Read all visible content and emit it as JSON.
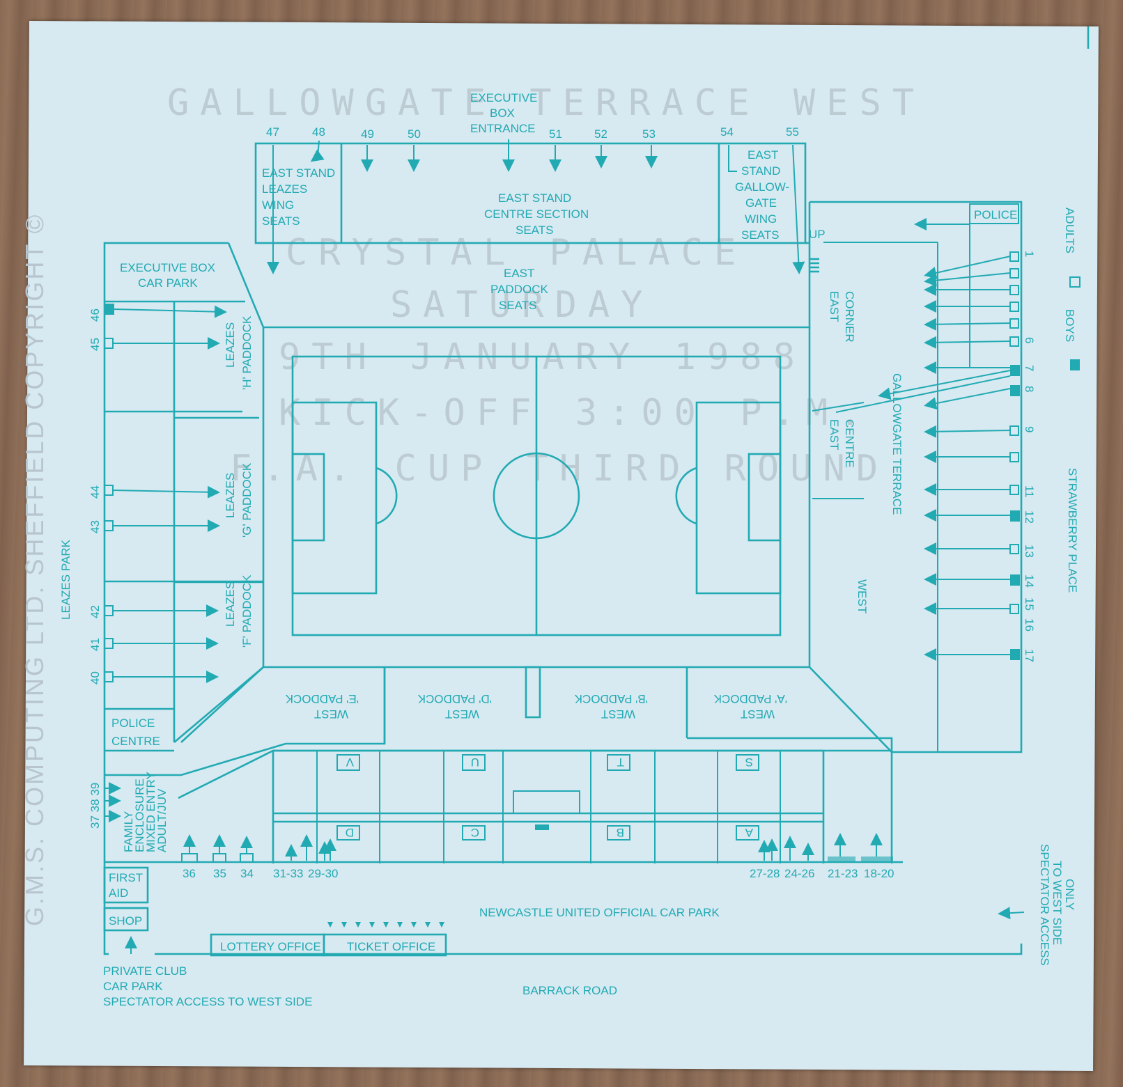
{
  "colors": {
    "ink": "#22aab3",
    "paper": "#d7e9f1",
    "ghost_print": "#b5c2ca"
  },
  "ghost_print": [
    "GALLOWGATE TERRACE WEST",
    "CRYSTAL PALACE",
    "SATURDAY",
    "9TH JANUARY 1988",
    "KICK-OFF 3:00 P.M.",
    "F.A. CUP THIRD ROUND"
  ],
  "copyright": "G.M.S. COMPUTING LTD. SHEFFIELD COPYRIGHT ©",
  "top_labels": {
    "exec_entrance": [
      "EXECUTIVE",
      "BOX",
      "ENTRANCE"
    ]
  },
  "top_numbers": [
    "47",
    "48",
    "49",
    "50",
    "51",
    "52",
    "53",
    "54",
    "55"
  ],
  "east_stand": {
    "leazes_wing": [
      "EAST STAND",
      "LEAZES",
      "WING",
      "SEATS"
    ],
    "centre": [
      "EAST STAND",
      "CENTRE SECTION",
      "SEATS"
    ],
    "gallowgate_wing": [
      "EAST",
      "STAND",
      "GALLOW-",
      "GATE",
      "WING",
      "SEATS"
    ],
    "paddock": [
      "EAST",
      "PADDOCK",
      "SEATS"
    ]
  },
  "exec_car_park": [
    "EXECUTIVE BOX",
    "CAR PARK"
  ],
  "leazes_paddocks": [
    [
      "LEAZES",
      "'H' PADDOCK"
    ],
    [
      "LEAZES",
      "'G' PADDOCK"
    ],
    [
      "LEAZES",
      "'F' PADDOCK"
    ]
  ],
  "left_numbers": [
    "46",
    "45",
    "44",
    "43",
    "42",
    "41",
    "40"
  ],
  "leazes_park": "LEAZES PARK",
  "police_centre": [
    "POLICE",
    "CENTRE"
  ],
  "family_enclosure": [
    "FAMILY",
    "ENCLOSURE",
    "MIXED ENTRY",
    "ADULT/JUV"
  ],
  "gate_37_39": "37 38 39",
  "west_paddocks": [
    [
      "WEST",
      "'E' PADDOCK"
    ],
    [
      "WEST",
      "'D' PADDOCK"
    ],
    [
      "WEST",
      "'B' PADDOCK"
    ],
    [
      "WEST",
      "'A' PADDOCK"
    ]
  ],
  "box_letters_top": [
    "V",
    "U",
    "T",
    "S"
  ],
  "box_letters_bottom": [
    "D",
    "C",
    "B",
    "A"
  ],
  "bottom_numbers": [
    "36",
    "35",
    "34",
    "31-33",
    "29-30",
    "27-28",
    "24-26",
    "21-23",
    "18-20"
  ],
  "east_corner": [
    "EAST",
    "CORNER"
  ],
  "east_centre": [
    "EAST",
    "CENTRE"
  ],
  "gallowgate_terrace": "GALLOWGATE TERRACE",
  "west_label": "WEST",
  "police": "POLICE",
  "up": "UP",
  "right_numbers": [
    "1",
    "6",
    "7",
    "8",
    "9",
    "11",
    "12",
    "13",
    "14",
    "15",
    "16",
    "17"
  ],
  "legend": {
    "adults": "ADULTS",
    "boys": "BOYS"
  },
  "strawberry_place": "STRAWBERRY PLACE",
  "spectator_access_right": [
    "SPECTATOR ACCESS",
    "TO WEST SIDE",
    "ONLY"
  ],
  "first_aid": [
    "FIRST",
    "AID"
  ],
  "shop": "SHOP",
  "lottery_office": "LOTTERY OFFICE",
  "ticket_office": "TICKET OFFICE",
  "car_park": "NEWCASTLE UNITED OFFICIAL CAR PARK",
  "private_club": [
    "PRIVATE CLUB",
    "CAR PARK",
    "SPECTATOR ACCESS TO WEST SIDE"
  ],
  "barrack_road": "BARRACK ROAD"
}
